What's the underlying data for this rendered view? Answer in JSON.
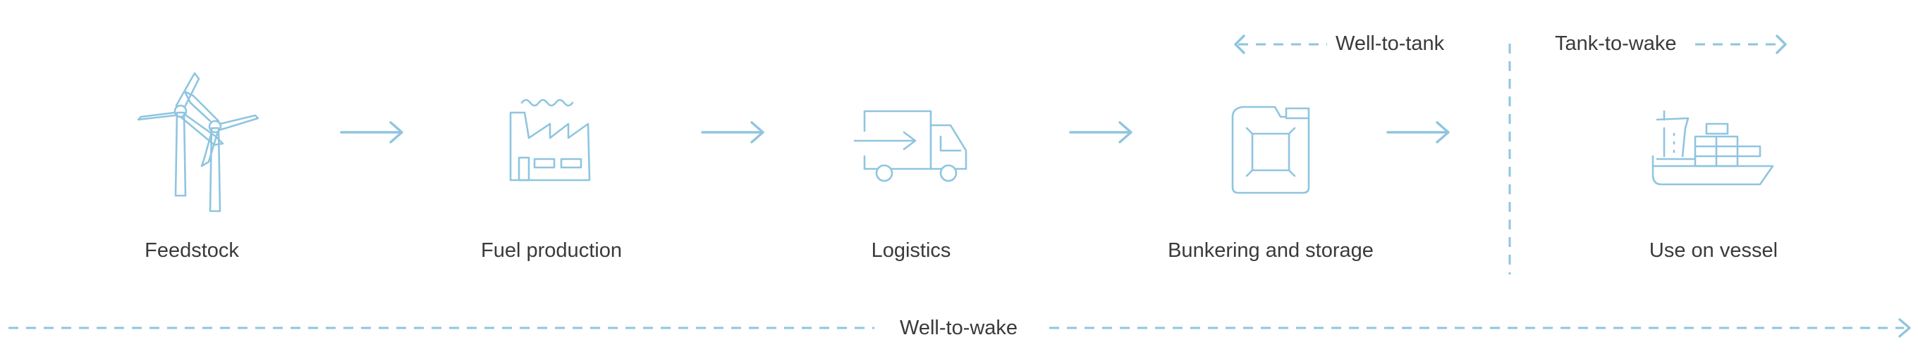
{
  "stages": [
    {
      "label": "Feedstock",
      "icon": "wind-turbine-icon"
    },
    {
      "label": "Fuel production",
      "icon": "factory-icon"
    },
    {
      "label": "Logistics",
      "icon": "delivery-truck-icon"
    },
    {
      "label": "Bunkering and storage",
      "icon": "fuel-canister-icon"
    },
    {
      "label": "Use on vessel",
      "icon": "cargo-ship-icon"
    }
  ],
  "scopes": {
    "well_to_tank": "Well-to-tank",
    "tank_to_wake": "Tank-to-wake",
    "well_to_wake": "Well-to-wake"
  },
  "colors": {
    "accent": "#8fc5e0",
    "text": "#3a3a3a"
  }
}
